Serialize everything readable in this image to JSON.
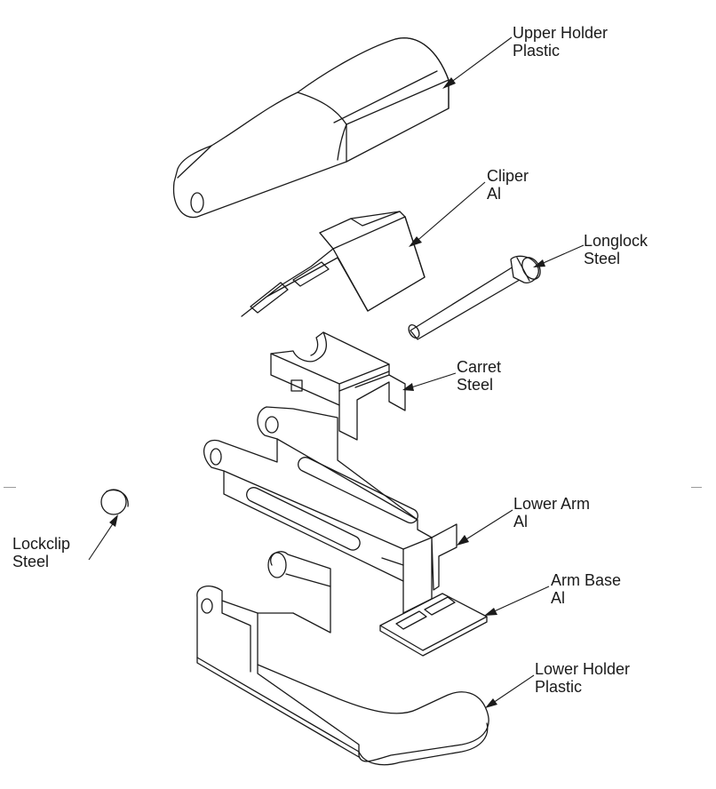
{
  "callouts": [
    {
      "id": "upper-holder",
      "name": "Upper Holder",
      "material": "Plastic"
    },
    {
      "id": "cliper",
      "name": "Cliper",
      "material": "Al"
    },
    {
      "id": "longlock",
      "name": "Longlock",
      "material": "Steel"
    },
    {
      "id": "carret",
      "name": "Carret",
      "material": "Steel"
    },
    {
      "id": "lower-arm",
      "name": "Lower Arm",
      "material": "Al"
    },
    {
      "id": "arm-base",
      "name": "Arm Base",
      "material": "Al"
    },
    {
      "id": "lower-holder",
      "name": "Lower Holder",
      "material": "Plastic"
    },
    {
      "id": "lockclip",
      "name": "Lockclip",
      "material": "Steel"
    }
  ]
}
